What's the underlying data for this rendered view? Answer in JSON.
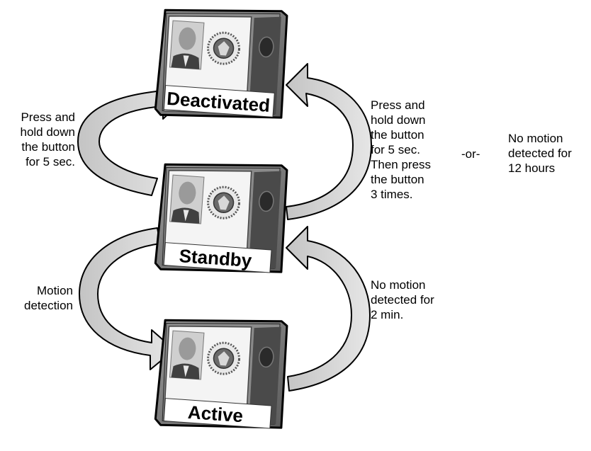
{
  "states": {
    "deactivated": "Deactivated",
    "standby": "Standby",
    "active": "Active"
  },
  "transitions": {
    "standby_to_deactivated": "Press and\nhold down\nthe button\nfor 5 sec.",
    "deactivated_to_standby": "Press and\nhold down\nthe button\nfor 5 sec.\nThen press\nthe button\n3 times.",
    "or_separator": "-or-",
    "no_motion_12h": "No motion\ndetected for\n12 hours",
    "standby_to_active": "Motion\ndetection",
    "active_to_standby": "No motion\ndetected for\n2 min."
  },
  "colors": {
    "arrow_fill": "#d0d0d0",
    "badge_body": "#7a7a7a",
    "badge_dark": "#3c3c3c"
  }
}
